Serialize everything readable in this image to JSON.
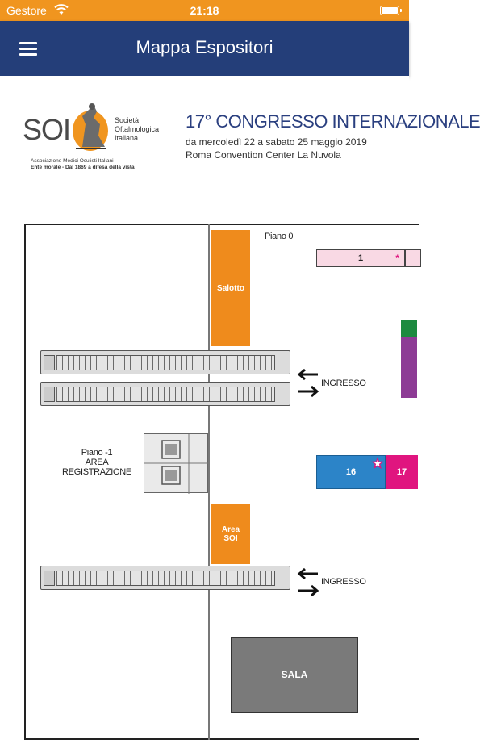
{
  "status_bar": {
    "carrier": "Gestore",
    "time": "21:18",
    "wifi_icon": "wifi-icon",
    "battery_icon": "battery-full-icon",
    "bg_color": "#f0951f"
  },
  "nav_bar": {
    "title": "Mappa Espositori",
    "menu_icon": "hamburger-menu-icon",
    "bg_color": "#243e79"
  },
  "header": {
    "logo": {
      "acronym": "SOI",
      "society_line1": "Società",
      "society_line2": "Oftalmologica",
      "society_line3": "Italiana",
      "assoc_line1": "Associazione Medici Oculisti Italiani",
      "assoc_line2": "Ente morale - Dal 1869 a difesa della vista"
    },
    "congress_title": "17° CONGRESSO INTERNAZIONALE",
    "dates": "da mercoledì 22 a sabato 25 maggio 2019",
    "venue": "Roma Convention Center La Nuvola"
  },
  "map": {
    "piano_0": "Piano 0",
    "piano_minus1_line1": "Piano -1",
    "piano_minus1_line2": "AREA",
    "piano_minus1_line3": "REGISTRAZIONE",
    "salotto": "Salotto",
    "area_soi_line1": "Area",
    "area_soi_line2": "SOI",
    "entrance_1": "INGRESSO",
    "entrance_2": "INGRESSO",
    "sala": "SALA",
    "stand_1": "1",
    "stand_16": "16",
    "stand_17": "17",
    "colors": {
      "orange": "#ef8b1c",
      "pink": "#f9d9e4",
      "green": "#1c8a3f",
      "purple": "#8d3b95",
      "blue": "#2c84c8",
      "magenta": "#e0157f",
      "grey": "#7a7a7a"
    }
  }
}
